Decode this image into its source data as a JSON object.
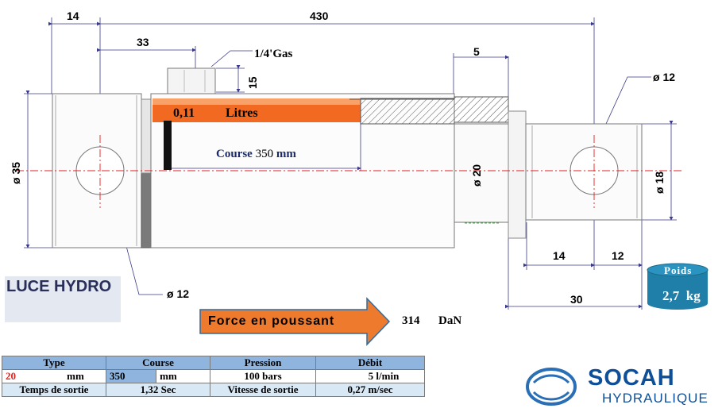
{
  "dimensions": {
    "d14_top": "14",
    "d430": "430",
    "d33": "33",
    "d5": "5",
    "d15": "15",
    "d35": "ø 35",
    "d20": "ø 20",
    "d18": "ø 18",
    "d12_right": "ø 12",
    "d12_left": "ø 12",
    "d14_bottom": "14",
    "d12_bottom": "12",
    "d30": "30"
  },
  "labels": {
    "port": "1/4'Gas",
    "volume": "0,11",
    "volume_unit": "Litres",
    "course_label": "Course",
    "course_value": "350",
    "course_unit": "mm",
    "force_label": "Force en poussant",
    "force_value": "314",
    "force_unit": "DaN",
    "weight_label": "Poids",
    "weight_value": "2,7  kg"
  },
  "logos": {
    "lucehydro": "LUCE HYDRO",
    "socah_main": "SOCAH",
    "socah_sub": "HYDRAULIQUE"
  },
  "table": {
    "headers": [
      "Type",
      "Course",
      "Pression",
      "Débit"
    ],
    "row1": {
      "type_value": "20",
      "type_unit": "mm",
      "course_value": "350",
      "course_unit": "mm",
      "pression": "100 bars",
      "debit_value": "5",
      "debit_unit": "l/min"
    },
    "row2": {
      "temps_label": "Temps de sortie",
      "temps_value": "1,32 Sec",
      "vitesse_label": "Vitesse de sortie",
      "vitesse_value": "0,27 m/sec"
    }
  },
  "colors": {
    "orange": "#f26a21",
    "dimension_line": "#3a3a8a",
    "centerline": "#e02020",
    "table_header": "#8fb4dd",
    "weight_cylinder": "#1f7fa8"
  }
}
